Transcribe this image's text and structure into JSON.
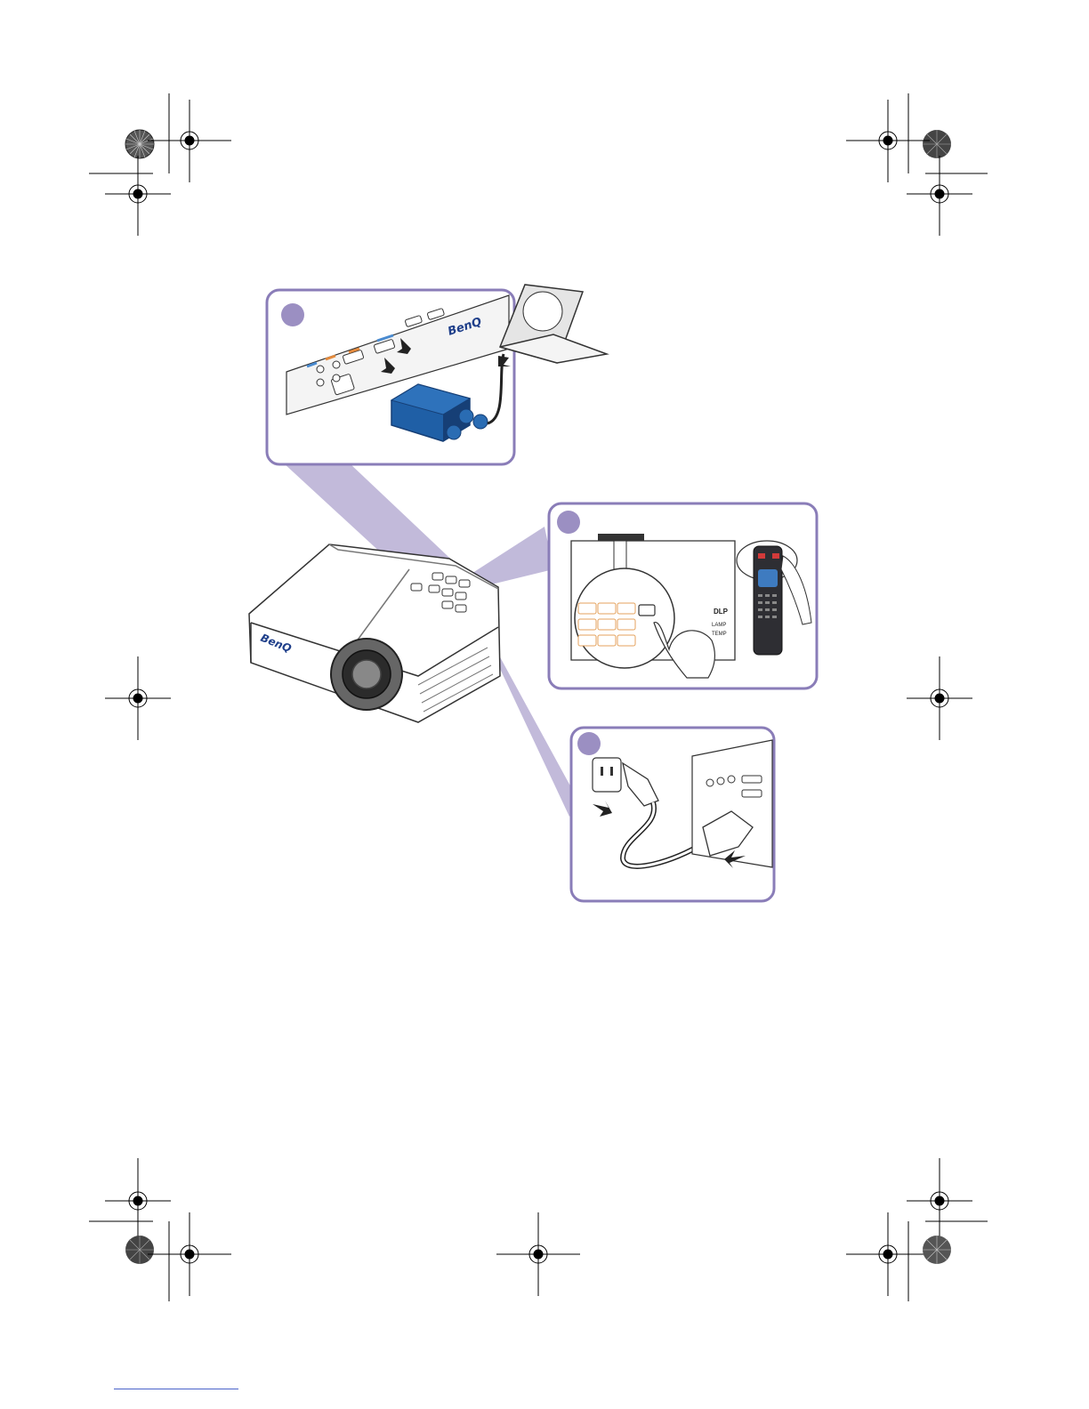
{
  "brand": {
    "logo_text": "BenQ",
    "logo_color": "#1f3f8a"
  },
  "colors": {
    "panel_border": "#8a7db8",
    "panel_fill": "#ffffff",
    "beam": "#b7aed4",
    "step_circle": "#9b8fc2",
    "vga_adapter": "#1f5fa6",
    "vga_adapter_dark": "#163f76",
    "remote_body": "#2e2e33",
    "remote_keys": "#3e7bc0",
    "power_key": "#d23a3a",
    "keypad_outline": "#e4a25c"
  },
  "panels": [
    {
      "id": "connect-computer",
      "has_step_marker": true
    },
    {
      "id": "power-on",
      "has_step_marker": true
    },
    {
      "id": "plug-power-cord",
      "has_step_marker": true
    }
  ],
  "icons": [
    "registration-mark-icon",
    "color-target-icon",
    "arrow-icon",
    "hand-icon"
  ],
  "keypad_labels": [
    "DLP",
    "LAMP",
    "TEMP"
  ]
}
